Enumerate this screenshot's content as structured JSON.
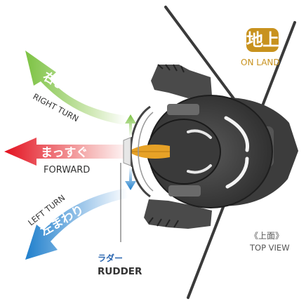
{
  "badge": {
    "text": "地上",
    "color": "#c8921e"
  },
  "on_land": {
    "text": "ON LAND",
    "color": "#c8921e"
  },
  "arrows": {
    "right_turn": {
      "jp": "右まわり",
      "en": "RIGHT TURN",
      "color": "#7cc243"
    },
    "forward": {
      "jp": "まっすぐ",
      "en": "FORWARD",
      "color": "#e3111f"
    },
    "left_turn": {
      "jp": "左まわり",
      "en": "LEFT TURN",
      "color": "#1f7fcc"
    }
  },
  "top_view": {
    "jp": "《上面》",
    "en": "TOP VIEW"
  },
  "rudder": {
    "jp": "ラダー",
    "en": "RUDDER",
    "jp_color": "#2a66b0"
  }
}
